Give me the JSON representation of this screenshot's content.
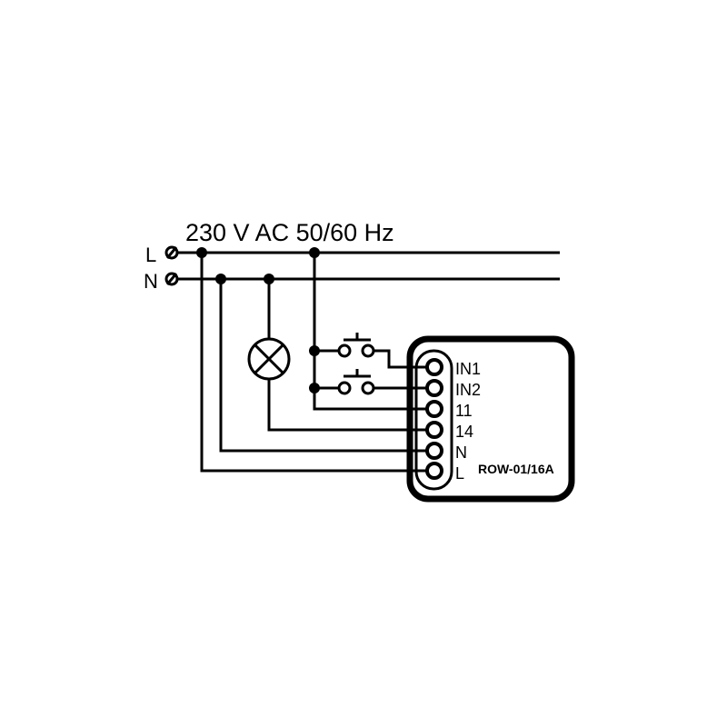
{
  "diagram": {
    "title": "230 V AC 50/60 Hz",
    "supply": {
      "line_label": "L",
      "neutral_label": "N"
    },
    "module": {
      "model": "ROW-01/16A",
      "terminals": [
        {
          "label": "IN1"
        },
        {
          "label": "IN2"
        },
        {
          "label": "11"
        },
        {
          "label": "14"
        },
        {
          "label": "N"
        },
        {
          "label": "L"
        }
      ]
    },
    "components": {
      "lamp": "lamp",
      "switches": [
        "push-button IN1",
        "push-button IN2"
      ]
    },
    "colors": {
      "line": "#000000",
      "background": "#ffffff"
    }
  }
}
